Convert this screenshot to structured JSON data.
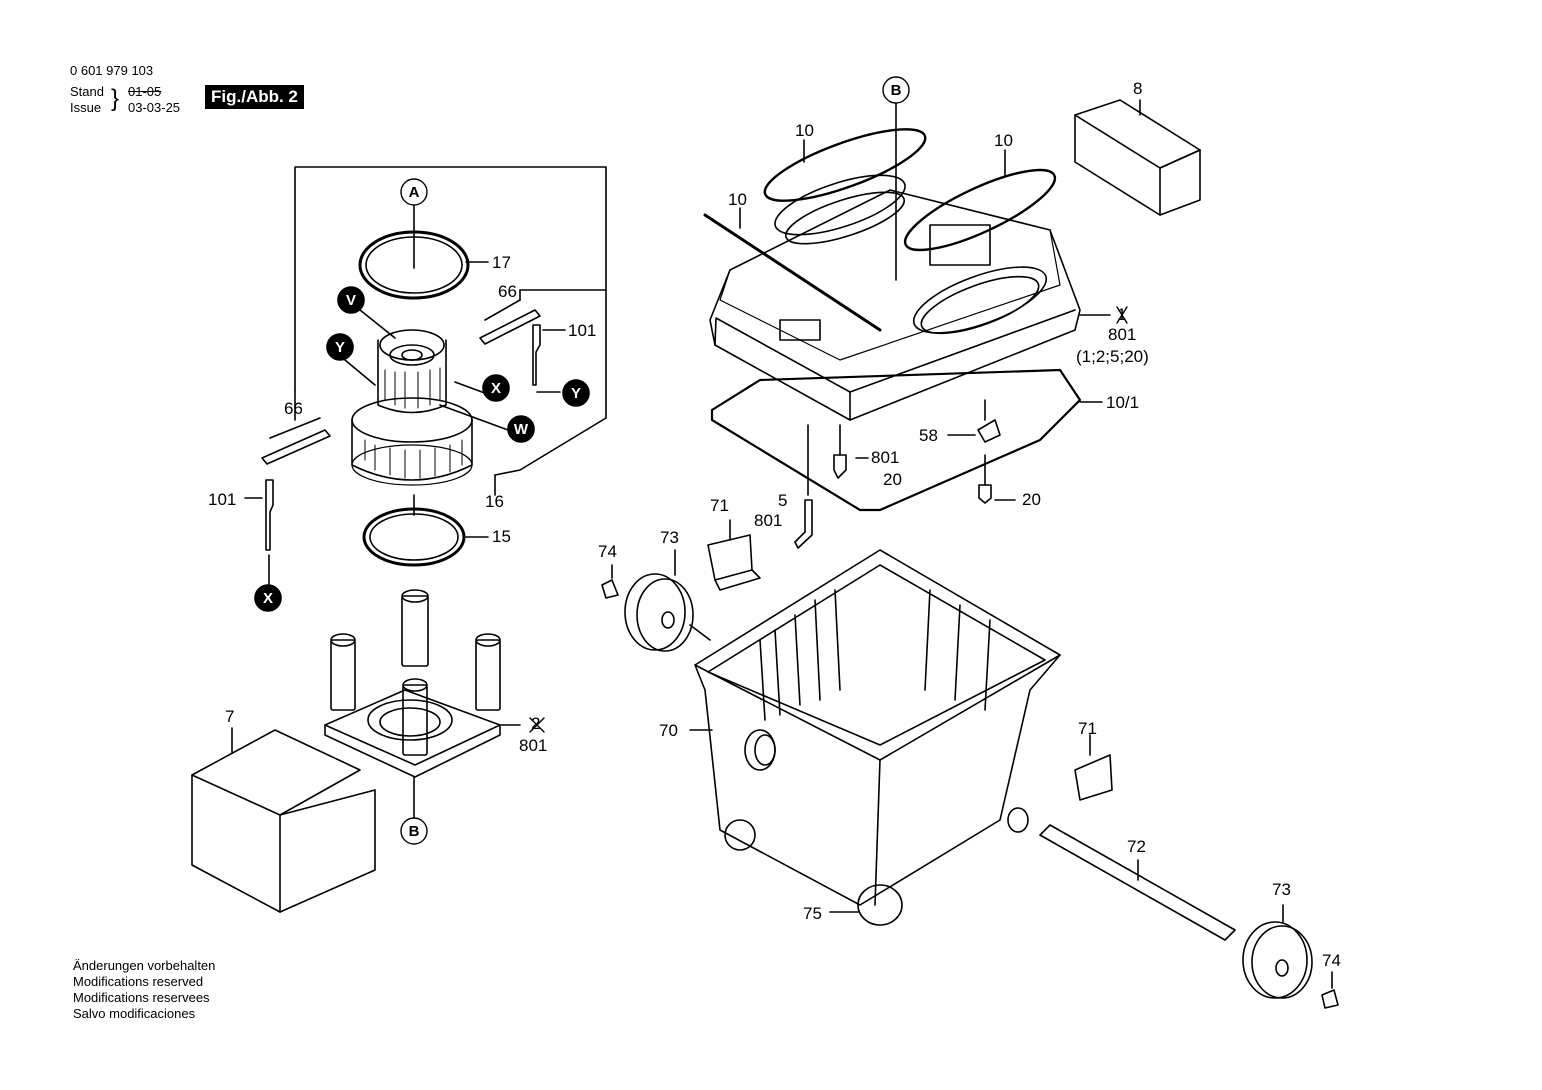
{
  "header": {
    "part_number": "0 601 979 103",
    "stand_label": "Stand",
    "stand_value": "01-05",
    "issue_label": "Issue",
    "issue_value": "03-03-25",
    "figure_badge": "Fig./Abb. 2"
  },
  "callouts": {
    "c_17": "17",
    "c_66a": "66",
    "c_101a": "101",
    "c_66b": "66",
    "c_16": "16",
    "c_101b": "101",
    "c_15": "15",
    "c_2": "2",
    "c_801a": "801",
    "c_7": "7",
    "c_10a": "10",
    "c_10b": "10",
    "c_10c": "10",
    "c_8": "8",
    "c_1": "1",
    "c_801b": "801",
    "c_801b_sub": "(1;2;5;20)",
    "c_10_1": "10/1",
    "c_58": "58",
    "c_801c": "801",
    "c_20a": "20",
    "c_20b": "20",
    "c_5": "5",
    "c_801d": "801",
    "c_71a": "71",
    "c_74a": "74",
    "c_73a": "73",
    "c_70": "70",
    "c_71b": "71",
    "c_72": "72",
    "c_73b": "73",
    "c_74b": "74",
    "c_75": "75"
  },
  "markers": {
    "A": "A",
    "B_top": "B",
    "B_bottom": "B",
    "V": "V",
    "Y1": "Y",
    "Y2": "Y",
    "X1": "X",
    "X2": "X",
    "W": "W"
  },
  "footer": {
    "line1": "Änderungen vorbehalten",
    "line2": "Modifications reserved",
    "line3": "Modifications reservees",
    "line4": "Salvo modificaciones"
  }
}
